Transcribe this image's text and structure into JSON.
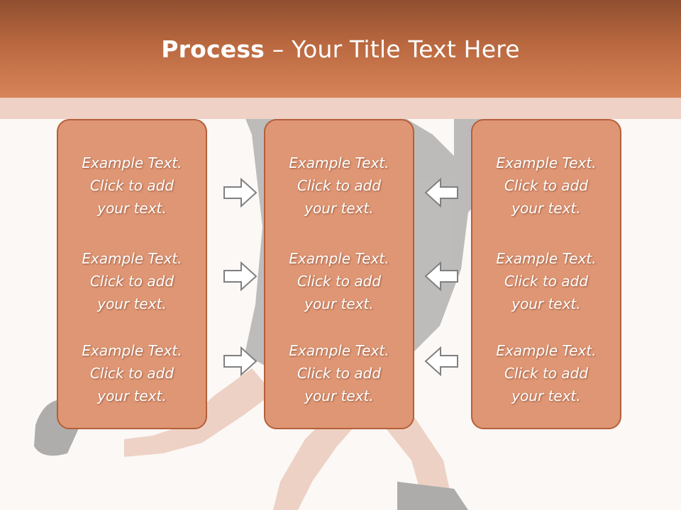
{
  "title": {
    "bold": "Process",
    "rest": " – Your Title Text Here"
  },
  "columns": [
    {
      "items": [
        {
          "l1": "Example Text.",
          "l2": "Click  to add",
          "l3": "your text."
        },
        {
          "l1": "Example Text.",
          "l2": "Click  to add",
          "l3": "your text."
        },
        {
          "l1": "Example Text.",
          "l2": "Click  to add",
          "l3": "your text."
        }
      ]
    },
    {
      "items": [
        {
          "l1": "Example Text.",
          "l2": "Click  to add",
          "l3": "your text."
        },
        {
          "l1": "Example Text.",
          "l2": "Click  to add",
          "l3": "your text."
        },
        {
          "l1": "Example Text.",
          "l2": "Click  to add",
          "l3": "your text."
        }
      ]
    },
    {
      "items": [
        {
          "l1": "Example Text.",
          "l2": "Click  to add",
          "l3": "your text."
        },
        {
          "l1": "Example Text.",
          "l2": "Click  to add",
          "l3": "your text."
        },
        {
          "l1": "Example Text.",
          "l2": "Click  to add",
          "l3": "your text."
        }
      ]
    }
  ],
  "arrows": {
    "left_column": "right-arrow-icon",
    "right_column": "left-arrow-icon"
  },
  "colors": {
    "header": "#c77245",
    "box_fill": "#df9674",
    "box_border": "#b55f3a",
    "background": "#fbf8f6"
  }
}
